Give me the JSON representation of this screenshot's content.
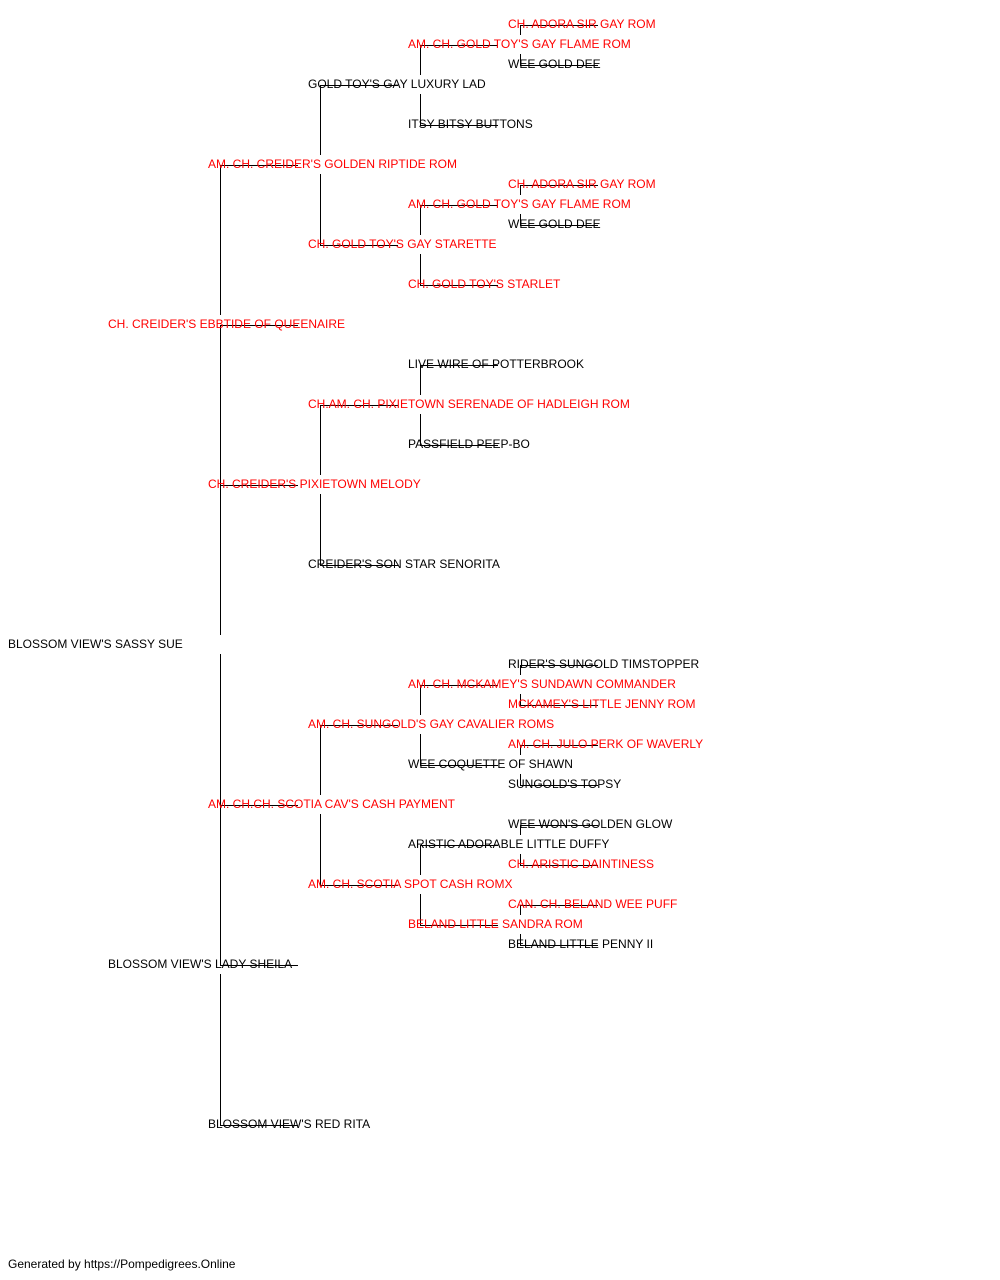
{
  "colors": {
    "champion": "#ff0000",
    "regular": "#000000",
    "line": "#000000"
  },
  "pedigree": {
    "subject": {
      "name": "BLOSSOM VIEW'S SASSY SUE",
      "champion": false
    },
    "sire": {
      "name": "CH. CREIDER'S EBBTIDE OF QUEENAIRE",
      "champion": true,
      "sire": {
        "name": "AM. CH. CREIDER'S GOLDEN RIPTIDE ROM",
        "champion": true,
        "sire": {
          "name": "GOLD TOY'S GAY LUXURY LAD",
          "champion": false,
          "sire": {
            "name": "AM. CH. GOLD TOY'S GAY FLAME ROM",
            "champion": true,
            "sire": {
              "name": "CH. ADORA SIR GAY ROM",
              "champion": true
            },
            "dam": {
              "name": "WEE GOLD DEE",
              "champion": false
            }
          },
          "dam": {
            "name": "ITSY BITSY BUTTONS",
            "champion": false
          }
        },
        "dam": {
          "name": "CH. GOLD TOY'S GAY STARETTE",
          "champion": true,
          "sire": {
            "name": "AM. CH. GOLD TOY'S GAY FLAME ROM",
            "champion": true,
            "sire": {
              "name": "CH. ADORA SIR GAY ROM",
              "champion": true
            },
            "dam": {
              "name": "WEE GOLD DEE",
              "champion": false
            }
          },
          "dam": {
            "name": "CH. GOLD TOY'S STARLET",
            "champion": true
          }
        }
      },
      "dam": {
        "name": "CH. CREIDER'S PIXIETOWN MELODY",
        "champion": true,
        "sire": {
          "name": "CH.AM. CH. PIXIETOWN SERENADE OF HADLEIGH ROM",
          "champion": true,
          "sire": {
            "name": "LIVE WIRE OF POTTERBROOK",
            "champion": false
          },
          "dam": {
            "name": "PASSFIELD PEEP-BO",
            "champion": false
          }
        },
        "dam": {
          "name": "CREIDER'S SON STAR SENORITA",
          "champion": false
        }
      }
    },
    "dam": {
      "name": "BLOSSOM VIEW'S LADY SHEILA",
      "champion": false,
      "sire": {
        "name": "AM. CH.CH. SCOTIA CAV'S CASH PAYMENT",
        "champion": true,
        "sire": {
          "name": "AM. CH. SUNGOLD'S GAY CAVALIER ROMS",
          "champion": true,
          "sire": {
            "name": "AM. CH. MCKAMEY'S SUNDAWN COMMANDER",
            "champion": true,
            "sire": {
              "name": "RIDER'S SUNGOLD TIMSTOPPER",
              "champion": false
            },
            "dam": {
              "name": "MCKAMEY'S LITTLE JENNY ROM",
              "champion": true
            }
          },
          "dam": {
            "name": "WEE COQUETTE OF SHAWN",
            "champion": false,
            "sire": {
              "name": "AM. CH. JULO PERK OF WAVERLY",
              "champion": true
            },
            "dam": {
              "name": "SUNGOLD'S TOPSY",
              "champion": false
            }
          }
        },
        "dam": {
          "name": "AM. CH. SCOTIA SPOT CASH ROMX",
          "champion": true,
          "sire": {
            "name": "ARISTIC ADORABLE LITTLE DUFFY",
            "champion": false,
            "sire": {
              "name": "WEE WON'S GOLDEN GLOW",
              "champion": false
            },
            "dam": {
              "name": "CH. ARISTIC DAINTINESS",
              "champion": true
            }
          },
          "dam": {
            "name": "BELAND LITTLE SANDRA ROM",
            "champion": true,
            "sire": {
              "name": "CAN. CH. BELAND WEE PUFF",
              "champion": true
            },
            "dam": {
              "name": "BELAND LITTLE PENNY II",
              "champion": false
            }
          }
        }
      },
      "dam": {
        "name": "BLOSSOM VIEW'S RED RITA",
        "champion": false
      }
    }
  },
  "footer": "Generated by https://Pompedigrees.Online"
}
